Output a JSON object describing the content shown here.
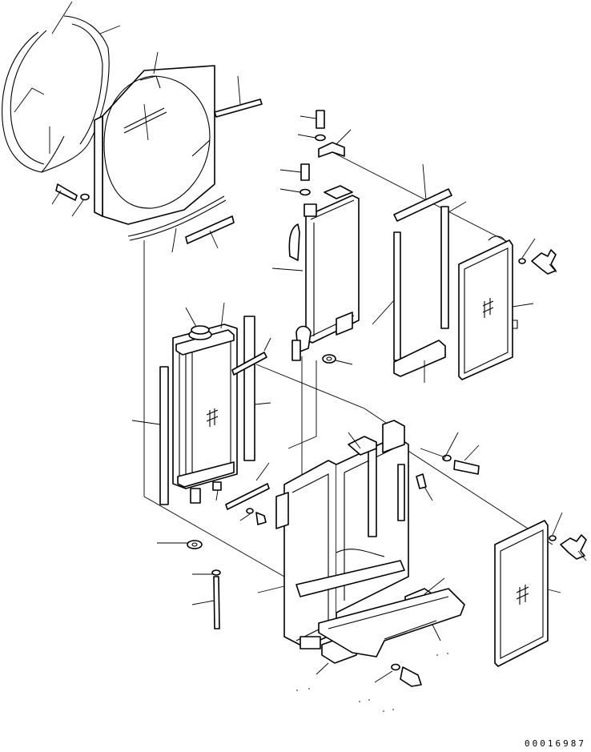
{
  "drawing_number": "00016987",
  "colors": {
    "line": "#000000",
    "background": "#ffffff"
  },
  "parts": [
    {
      "id": "fan-shroud-ring-seal",
      "icon": "ring-seal-icon"
    },
    {
      "id": "fan-shroud",
      "icon": "shroud-icon"
    },
    {
      "id": "shroud-bolt",
      "icon": "bolt-icon"
    },
    {
      "id": "shroud-washer",
      "icon": "washer-icon"
    },
    {
      "id": "foam-seal-strip",
      "icon": "strip-icon"
    },
    {
      "id": "oil-cooler",
      "icon": "cooler-icon"
    },
    {
      "id": "cooler-bracket",
      "icon": "bracket-icon"
    },
    {
      "id": "cooler-bolt",
      "icon": "bolt-icon"
    },
    {
      "id": "cooler-washer",
      "icon": "washer-icon"
    },
    {
      "id": "cooler-seal-frame",
      "icon": "seal-frame-icon"
    },
    {
      "id": "upper-dust-screen",
      "icon": "screen-icon"
    },
    {
      "id": "wing-nut",
      "icon": "wing-nut-icon"
    },
    {
      "id": "radiator",
      "icon": "radiator-icon"
    },
    {
      "id": "radiator-cap",
      "icon": "cap-icon"
    },
    {
      "id": "rubber-mount",
      "icon": "mount-icon"
    },
    {
      "id": "drain-pipe",
      "icon": "pipe-icon"
    },
    {
      "id": "radiator-frame",
      "icon": "frame-icon"
    },
    {
      "id": "frame-cushion",
      "icon": "cushion-icon"
    },
    {
      "id": "under-cover",
      "icon": "cover-icon"
    },
    {
      "id": "frame-bolt",
      "icon": "bolt-icon"
    },
    {
      "id": "lower-dust-screen",
      "icon": "screen-icon"
    }
  ]
}
